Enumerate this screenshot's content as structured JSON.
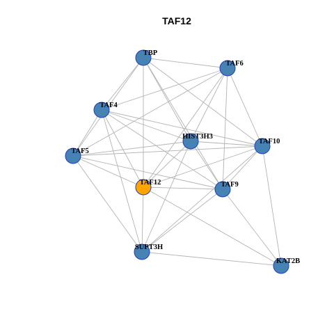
{
  "title": "TAF12",
  "colors": {
    "default_node": "#4682b4",
    "highlight_node": "#ffa500",
    "node_border": "#1f3fbf",
    "edge": "#b3b3b3"
  },
  "nodes": [
    {
      "id": "TBP",
      "label": "TBP",
      "highlight": false
    },
    {
      "id": "TAF6",
      "label": "TAF6",
      "highlight": false
    },
    {
      "id": "TAF4",
      "label": "TAF4",
      "highlight": false
    },
    {
      "id": "HIST3H3",
      "label": "HIST3H3",
      "highlight": false
    },
    {
      "id": "TAF10",
      "label": "TAF10",
      "highlight": false
    },
    {
      "id": "TAF5",
      "label": "TAF5",
      "highlight": false
    },
    {
      "id": "TAF12",
      "label": "TAF12",
      "highlight": true
    },
    {
      "id": "TAF9",
      "label": "TAF9",
      "highlight": false
    },
    {
      "id": "SUPT3H",
      "label": "SUPT3H",
      "highlight": false
    },
    {
      "id": "KAT2B",
      "label": "KAT2B",
      "highlight": false
    }
  ],
  "edges": [
    [
      "TBP",
      "TAF6"
    ],
    [
      "TBP",
      "TAF4"
    ],
    [
      "TBP",
      "TAF5"
    ],
    [
      "TBP",
      "HIST3H3"
    ],
    [
      "TBP",
      "TAF10"
    ],
    [
      "TBP",
      "TAF9"
    ],
    [
      "TBP",
      "TAF12"
    ],
    [
      "TAF6",
      "TAF4"
    ],
    [
      "TAF6",
      "TAF5"
    ],
    [
      "TAF6",
      "HIST3H3"
    ],
    [
      "TAF6",
      "TAF10"
    ],
    [
      "TAF6",
      "TAF9"
    ],
    [
      "TAF6",
      "TAF12"
    ],
    [
      "TAF4",
      "TAF5"
    ],
    [
      "TAF4",
      "HIST3H3"
    ],
    [
      "TAF4",
      "TAF10"
    ],
    [
      "TAF4",
      "TAF9"
    ],
    [
      "TAF4",
      "TAF12"
    ],
    [
      "TAF4",
      "SUPT3H"
    ],
    [
      "HIST3H3",
      "TAF5"
    ],
    [
      "HIST3H3",
      "TAF10"
    ],
    [
      "HIST3H3",
      "TAF9"
    ],
    [
      "HIST3H3",
      "TAF12"
    ],
    [
      "HIST3H3",
      "SUPT3H"
    ],
    [
      "TAF10",
      "TAF5"
    ],
    [
      "TAF10",
      "TAF9"
    ],
    [
      "TAF10",
      "TAF12"
    ],
    [
      "TAF10",
      "SUPT3H"
    ],
    [
      "TAF10",
      "KAT2B"
    ],
    [
      "TAF5",
      "TAF12"
    ],
    [
      "TAF5",
      "TAF9"
    ],
    [
      "TAF5",
      "SUPT3H"
    ],
    [
      "TAF12",
      "TAF9"
    ],
    [
      "TAF12",
      "SUPT3H"
    ],
    [
      "TAF12",
      "KAT2B"
    ],
    [
      "TAF9",
      "SUPT3H"
    ],
    [
      "TAF9",
      "KAT2B"
    ],
    [
      "SUPT3H",
      "KAT2B"
    ]
  ]
}
